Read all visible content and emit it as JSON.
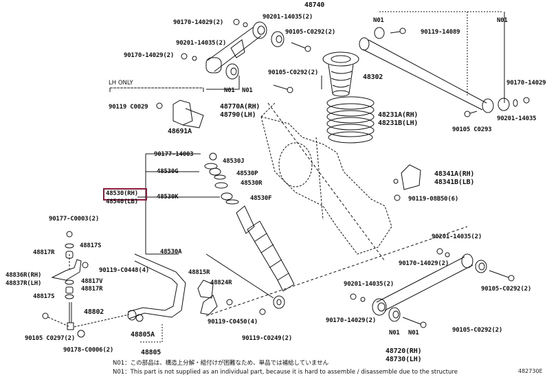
{
  "diagram": {
    "title": "Rear Suspension / Stabilizer / Control Arms",
    "highlight_color": "#8b1a3a",
    "line_color": "#111111",
    "reference_code": "482730E"
  },
  "labels": {
    "p48740": "48740",
    "n01_a": "N01",
    "n01_b": "N01",
    "p90119_14089": "90119-14089",
    "p90170_14029_top1": "90170-14029(2)",
    "p90201_14035_top1": "90201-14035(2)",
    "p90105_c0292_top1": "90105-C0292(2)",
    "p90201_14035_top2": "90201-14035(2)",
    "p90170_14029_top2": "90170-14029(2)",
    "p90105_c0292_top2": "90105-C0292(2)",
    "lh_only": "LH ONLY",
    "p90119_c0029": "90119 C0029",
    "p48691a": "48691A",
    "n01_c": "N01",
    "n01_d": "N01",
    "p48770a": "48770A(RH)",
    "p48790": "48790(LH)",
    "p48302": "48302",
    "p48231a": "48231A(RH)",
    "p48231b": "48231B(LH)",
    "p90170_14029_right": "90170-14029",
    "p90201_14035_right": "90201-14035",
    "p90105_c0293": "90105 C0293",
    "p90177_14003": "90177-14003",
    "p48530j": "48530J",
    "p48530g": "48530G",
    "p48530p": "48530P",
    "p48530r": "48530R",
    "p48530_rh": "48530(RH)",
    "p48540_lh": "48540(LB)",
    "p48530k": "48530K",
    "p48530f": "48530F",
    "p48341a": "48341A(RH)",
    "p48341b": "48341B(LB)",
    "p90119_08b50": "90119-08B50(6)",
    "p48530a": "48530A",
    "p90177_c0003": "90177-C0003(2)",
    "p48817s_a": "48817S",
    "p48817r_a": "48817R",
    "p90119_c0448": "90119-C0448(4)",
    "p48836r": "48836R(RH)",
    "p48837r": "48837R(LH)",
    "p48817v": "48817V",
    "p48817r_b": "48817R",
    "p48817s_b": "48817S",
    "p48802": "48802",
    "p90105_c0297": "90105 C0297(2)",
    "p90178_c0006": "90178-C0006(2)",
    "p48805a": "48805A",
    "p48805": "48805",
    "p48815r": "48815R",
    "p48824r": "48824R",
    "p90119_c0450": "90119-C0450(4)",
    "p90119_c0249": "90119-C0249(2)",
    "p90201_14035_low1": "90201-14035(2)",
    "p90170_14029_low1": "90170-14029(2)",
    "p90105_c0292_low1": "90105-C0292(2)",
    "p90201_14035_low2": "90201-14035(2)",
    "p90170_14029_low2": "90170-14029(2)",
    "p90105_c0292_low2": "90105-C0292(2)",
    "n01_e": "N01",
    "n01_f": "N01",
    "p48720": "48720(RH)",
    "p48730": "48730(LH)"
  },
  "notes": {
    "jp": "N01：この部品は、構造上分解・組付けが困難なため、単品では補給していません",
    "en": "N01：This part is not supplied as an individual part, because it is hard to assemble / disassemble due to the structure"
  }
}
